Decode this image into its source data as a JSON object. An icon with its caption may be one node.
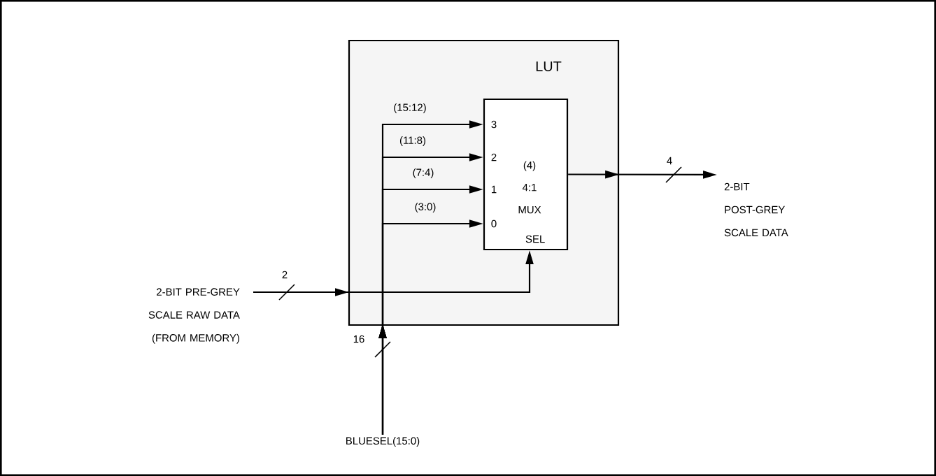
{
  "diagram": {
    "nodes": [
      {
        "text": [
          "LUT"
        ]
      },
      {
        "text": [
          "(4) 4:1 MUX",
          "3",
          "2",
          "1",
          "0",
          "SEL"
        ],
        "in": 0
      },
      {
        "text": [
          "2-BIT PRE-GREY SCALE RAW DATA (FROM MEMORY)"
        ]
      },
      {
        "text": [
          "BLUESEL(15:0)"
        ]
      },
      {
        "text": [
          "2-BIT POST-GREY SCALE DATA"
        ]
      }
    ],
    "edges": [
      {
        "from": 2,
        "to": 1,
        "arrow": "to",
        "label": "2"
      },
      {
        "from": 3,
        "to": 1,
        "arrow": "to",
        "label": "(15:12)"
      },
      {
        "from": 3,
        "to": 1,
        "arrow": "to",
        "label": "(11:8)"
      },
      {
        "from": 3,
        "to": 1,
        "arrow": "to",
        "label": "(7:4)"
      },
      {
        "from": 3,
        "to": 1,
        "arrow": "to",
        "label": "(3:0)"
      },
      {
        "from": 1,
        "to": 4,
        "arrow": "to",
        "label": "4"
      }
    ],
    "labels": [
      "16"
    ]
  }
}
